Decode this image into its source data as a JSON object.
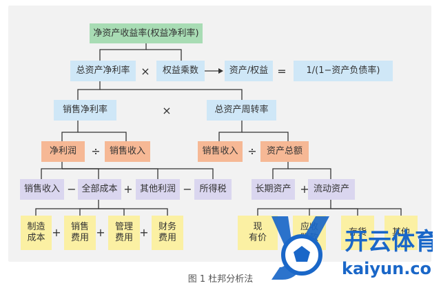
{
  "diagram": {
    "root": "净资产收益率(权益净利率)",
    "level2": {
      "left": "总资产净利率",
      "op1": "×",
      "mid": "权益乘数",
      "right": "资产/权益",
      "op2": "=",
      "result": "1/(1−资产负债率)"
    },
    "level3": {
      "left": "销售净利率",
      "op": "×",
      "right": "总资产周转率"
    },
    "level4": {
      "a": "净利润",
      "op_a": "÷",
      "b": "销售收入",
      "c": "销售收入",
      "op_c": "÷",
      "d": "资产总额"
    },
    "level5": {
      "a": "销售收入",
      "op1": "−",
      "b": "全部成本",
      "op2": "+",
      "c": "其他利润",
      "op3": "−",
      "d": "所得税",
      "e": "长期资产",
      "op4": "+",
      "f": "流动资产"
    },
    "level6": {
      "a": "制造\n成本",
      "op1": "+",
      "b": "销售\n费用",
      "op2": "+",
      "c": "管理\n费用",
      "op3": "+",
      "d": "财务\n费用",
      "e": "现\n有价",
      "f": "应收\n账款",
      "g": "存货",
      "h": "其他"
    }
  },
  "caption": "图 1   杜邦分析法",
  "watermark": {
    "brand_cn": "开云体育",
    "brand_en": "kaiyun.com"
  },
  "colors": {
    "green": "#a8dcb4",
    "blue": "#cfe7f7",
    "orange": "#f6b895",
    "lavender": "#dad6ef",
    "yellow": "#fbf0a3",
    "watermark_blue": "#1a67c8"
  }
}
